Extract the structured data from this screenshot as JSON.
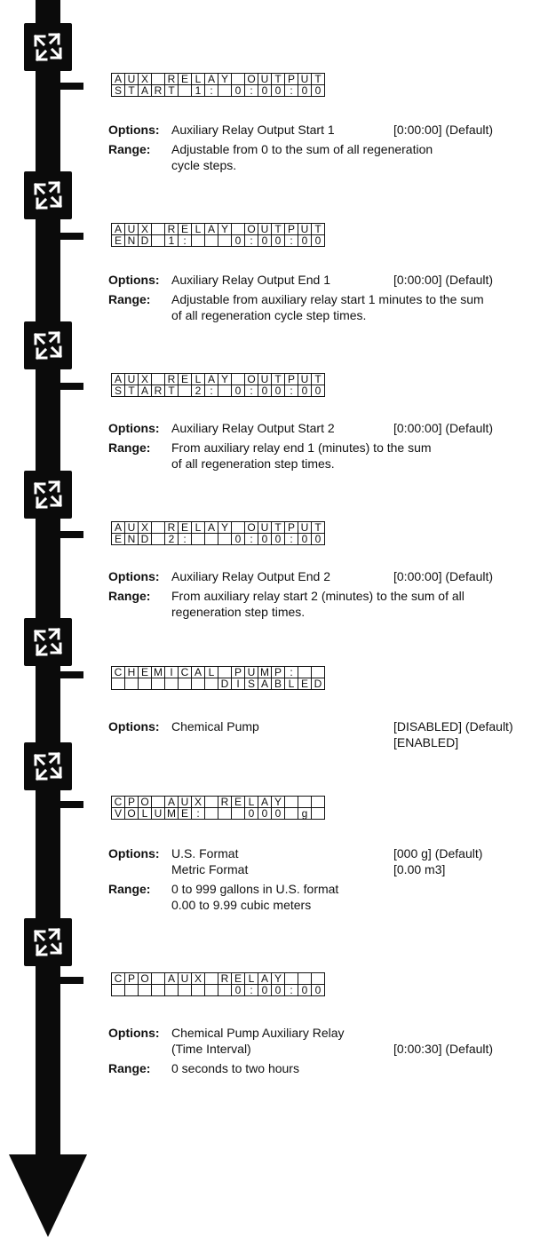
{
  "steps": [
    {
      "lcd_top": "AUX RELAY OUTPUT",
      "lcd_bottom": "START 1: 0:00:00",
      "options": [
        {
          "label": "Options:",
          "text": "Auxiliary Relay Output Start 1",
          "default": "[0:00:00] (Default)"
        }
      ],
      "range": {
        "label": "Range:",
        "lines": [
          "Adjustable from 0 to the sum of all regeneration",
          "cycle steps."
        ]
      }
    },
    {
      "lcd_top": "AUX RELAY OUTPUT",
      "lcd_bottom": "END 1: 0:00:00",
      "options": [
        {
          "label": "Options:",
          "text": "Auxiliary Relay Output End 1",
          "default": "[0:00:00] (Default)"
        }
      ],
      "range": {
        "label": "Range:",
        "lines": [
          "Adjustable from auxiliary relay start 1 minutes to the sum",
          "of all regeneration cycle step times."
        ]
      }
    },
    {
      "lcd_top": "AUX RELAY OUTPUT",
      "lcd_bottom": "START 2: 0:00:00",
      "options": [
        {
          "label": "Options:",
          "text": "Auxiliary Relay Output Start 2",
          "default": "[0:00:00] (Default)"
        }
      ],
      "range": {
        "label": "Range:",
        "lines": [
          "From auxiliary relay end 1 (minutes) to the sum",
          "of all regeneration step times."
        ]
      }
    },
    {
      "lcd_top": "AUX RELAY OUTPUT",
      "lcd_bottom": "END 2: 0:00:00",
      "options": [
        {
          "label": "Options:",
          "text": "Auxiliary Relay Output End 2",
          "default": "[0:00:00] (Default)"
        }
      ],
      "range": {
        "label": "Range:",
        "lines": [
          "From auxiliary relay start 2 (minutes) to the sum of all",
          "regeneration step times."
        ]
      }
    },
    {
      "lcd_top": "CHEMICAL PUMP:",
      "lcd_bottom": "DISABLED",
      "options": [
        {
          "label": "Options:",
          "text": "Chemical Pump",
          "default": "[DISABLED] (Default)"
        },
        {
          "label": "",
          "text": "",
          "default": "[ENABLED]"
        }
      ],
      "range": null
    },
    {
      "lcd_top": "CPO AUX RELAY",
      "lcd_bottom": "VOLUME: 000 g",
      "options": [
        {
          "label": "Options:",
          "text": "U.S. Format",
          "default": "[000 g] (Default)"
        },
        {
          "label": "",
          "text": "Metric Format",
          "default": "[0.00 m3]"
        }
      ],
      "range": {
        "label": "Range:",
        "lines": [
          "0 to 999 gallons in U.S. format",
          "0.00 to 9.99 cubic meters"
        ]
      }
    },
    {
      "lcd_top": "CPO AUX RELAY",
      "lcd_bottom": "0:00:00",
      "options": [
        {
          "label": "Options:",
          "text": "Chemical Pump Auxiliary Relay",
          "default": ""
        },
        {
          "label": "",
          "text": "(Time Interval)",
          "default": "[0:00:30] (Default)"
        }
      ],
      "range": {
        "label": "Range:",
        "lines": [
          "0 seconds to two hours"
        ]
      }
    }
  ],
  "icons": {
    "step_button": "cycle-arrows-icon"
  }
}
